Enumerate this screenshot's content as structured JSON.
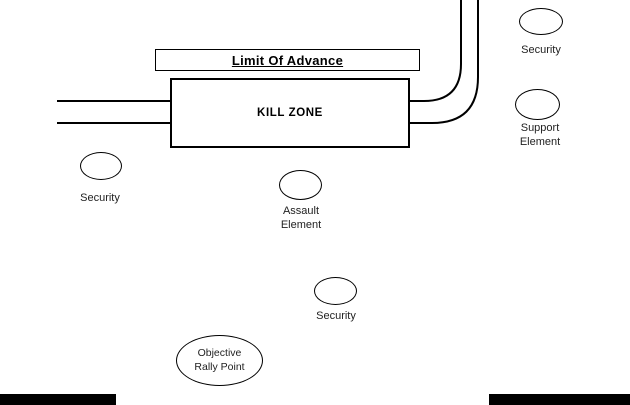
{
  "diagram": {
    "limit_of_advance": "Limit Of Advance",
    "kill_zone": "KILL ZONE",
    "nodes": {
      "security_ne": "Security",
      "support_element": "Support\nElement",
      "security_west": "Security",
      "assault_element": "Assault\nElement",
      "security_south": "Security",
      "objective_rally_point": "Objective\nRally Point"
    }
  },
  "colors": {
    "line": "#000000",
    "background": "#ffffff",
    "text": "#222222"
  }
}
